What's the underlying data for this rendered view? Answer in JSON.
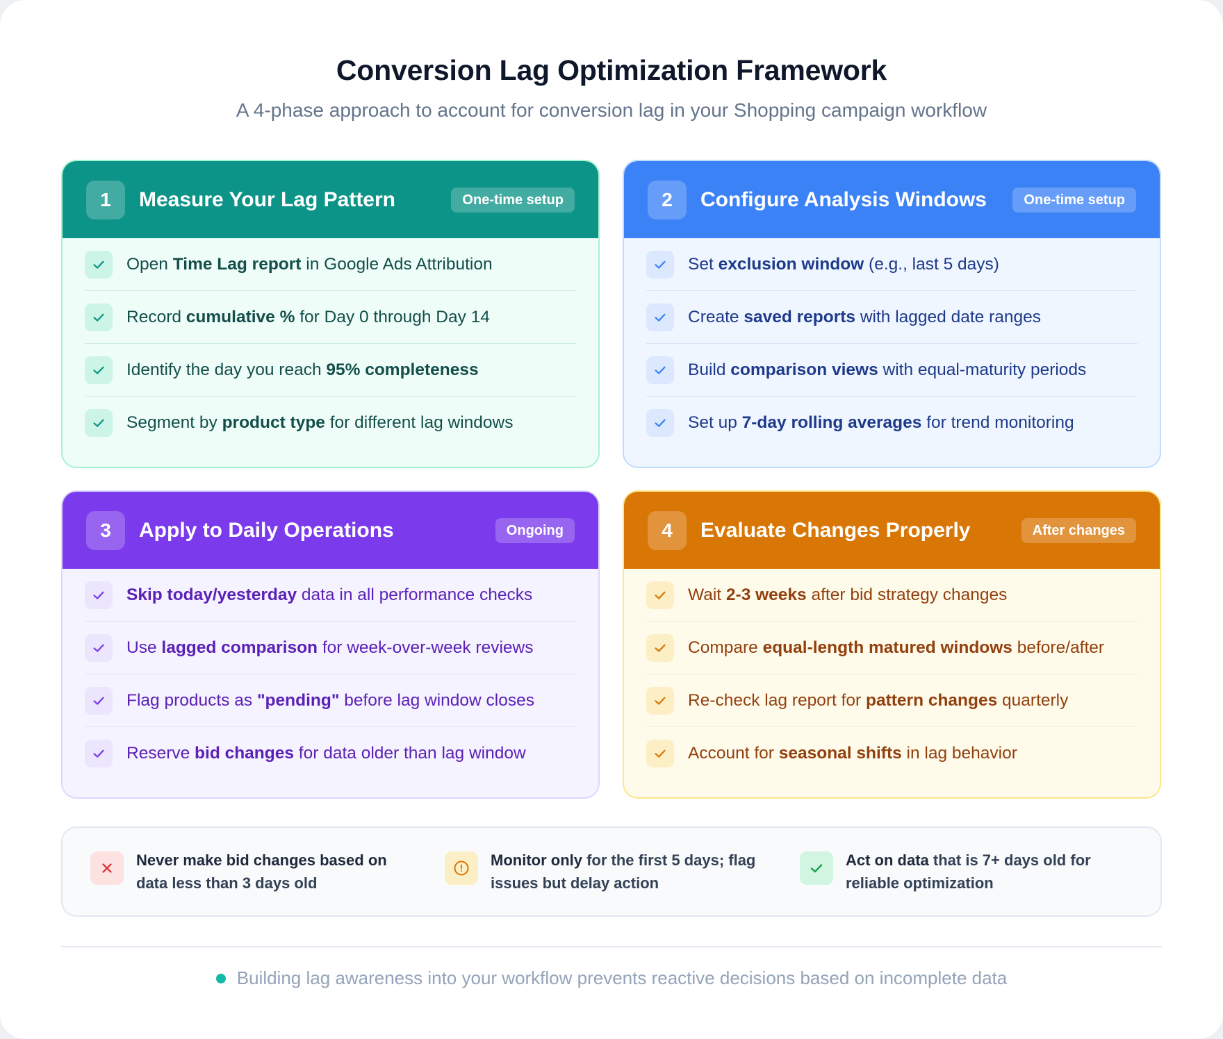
{
  "header": {
    "title": "Conversion Lag Optimization Framework",
    "subtitle": "A 4-phase approach to account for conversion lag in your Shopping campaign workflow"
  },
  "phases": [
    {
      "number": "1",
      "title": "Measure Your Lag Pattern",
      "badge": "One-time setup",
      "color": "#0d9488",
      "icon": "check-icon",
      "items": [
        {
          "pre": "Open ",
          "bold": "Time Lag report",
          "post": " in Google Ads Attribution"
        },
        {
          "pre": "Record ",
          "bold": "cumulative %",
          "post": " for Day 0 through Day 14"
        },
        {
          "pre": "Identify the day you reach ",
          "bold": "95% completeness",
          "post": ""
        },
        {
          "pre": "Segment by ",
          "bold": "product type",
          "post": " for different lag windows"
        }
      ]
    },
    {
      "number": "2",
      "title": "Configure Analysis Windows",
      "badge": "One-time setup",
      "color": "#3b82f6",
      "icon": "check-icon",
      "items": [
        {
          "pre": "Set ",
          "bold": "exclusion window",
          "post": " (e.g., last 5 days)"
        },
        {
          "pre": "Create ",
          "bold": "saved reports",
          "post": " with lagged date ranges"
        },
        {
          "pre": "Build ",
          "bold": "comparison views",
          "post": " with equal-maturity periods"
        },
        {
          "pre": "Set up ",
          "bold": "7-day rolling averages",
          "post": " for trend monitoring"
        }
      ]
    },
    {
      "number": "3",
      "title": "Apply to Daily Operations",
      "badge": "Ongoing",
      "color": "#7c3aed",
      "icon": "check-icon",
      "items": [
        {
          "pre": "",
          "bold": "Skip today/yesterday",
          "post": " data in all performance checks"
        },
        {
          "pre": "Use ",
          "bold": "lagged comparison",
          "post": " for week-over-week reviews"
        },
        {
          "pre": "Flag products as ",
          "bold": "\"pending\"",
          "post": " before lag window closes"
        },
        {
          "pre": "Reserve ",
          "bold": "bid changes",
          "post": " for data older than lag window"
        }
      ]
    },
    {
      "number": "4",
      "title": "Evaluate Changes Properly",
      "badge": "After changes",
      "color": "#d97706",
      "icon": "check-icon",
      "items": [
        {
          "pre": "Wait ",
          "bold": "2-3 weeks",
          "post": " after bid strategy changes"
        },
        {
          "pre": "Compare ",
          "bold": "equal-length matured windows",
          "post": " before/after"
        },
        {
          "pre": "Re-check lag report for ",
          "bold": "pattern changes",
          "post": " quarterly"
        },
        {
          "pre": "Account for ",
          "bold": "seasonal shifts",
          "post": " in lag behavior"
        }
      ]
    }
  ],
  "rules": [
    {
      "icon": "x-icon",
      "bold": "Never make bid changes based on",
      "rest": "data less than 3 days old",
      "color": "#dc2626"
    },
    {
      "icon": "alert-circle-icon",
      "bold": "Monitor only",
      "rest": " for the first 5 days; flag issues but delay action",
      "color": "#d97706"
    },
    {
      "icon": "check-icon",
      "bold": "Act on data",
      "rest": " that is 7+ days old for reliable optimization",
      "color": "#16a34a"
    }
  ],
  "footer": {
    "text": "Building lag awareness into your workflow prevents reactive decisions based on incomplete data",
    "dot_color": "#14b8a6"
  }
}
